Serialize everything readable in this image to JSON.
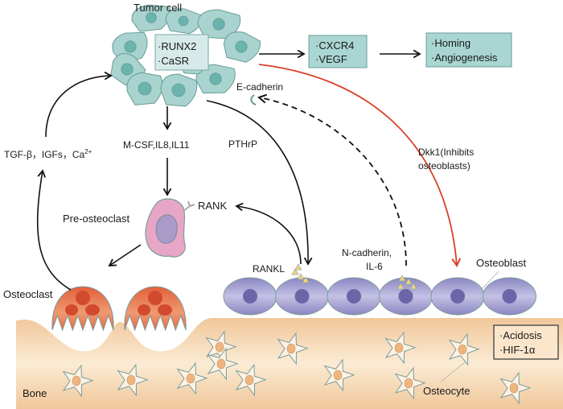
{
  "title": "Tumor cell – bone microenvironment interactions",
  "colors": {
    "tumor_cell_fill": "#a9d3cf",
    "tumor_cell_stroke": "#6a9c98",
    "tumor_nucleus": "#6bb3ad",
    "box_fill": "#a9d6d2",
    "pre_osteoclast_fill": "#e8a6c6",
    "pre_osteoclast_nucleus": "#a99ac8",
    "osteoclast_top": "#e06038",
    "osteoclast_bottom": "#f4b89a",
    "osteoblast_fill": "#9b98cc",
    "osteoblast_nucleus": "#6b66a8",
    "bone_light": "#fbebd4",
    "bone_dark": "#f0c79a",
    "osteocyte_nucleus": "#f0b57f",
    "red_arrow": "#d9412b",
    "triangle_fill": "#f5d27a"
  },
  "labels": {
    "tumor_cell": "Tumor cell",
    "tumor_box": [
      "·RUNX2",
      "·CaSR"
    ],
    "box_cxcr4": [
      "·CXCR4",
      "·VEGF"
    ],
    "box_homing": [
      "·Homing",
      "·Angiogenesis"
    ],
    "e_cadherin": "E-cadherin",
    "dkk1": [
      "Dkk1(Inhibits",
      "osteoblasts)"
    ],
    "growth_factors": "TGF-β，IGFs，Ca",
    "ca_superscript": "2+",
    "mcsf": "M-CSF,IL8,IL11",
    "pthrp": "PTHrP",
    "pre_osteoclast": "Pre-osteoclast",
    "rank": "RANK",
    "rankl": "RANKL",
    "n_cadherin": [
      "N-cadherin,",
      "IL-6"
    ],
    "osteoblast": "Osteoblast",
    "osteoclast": "Osteoclast",
    "bone": "Bone",
    "osteocyte": "Osteocyte",
    "bone_box": [
      "·Acidosis",
      "·HIF-1α"
    ]
  }
}
